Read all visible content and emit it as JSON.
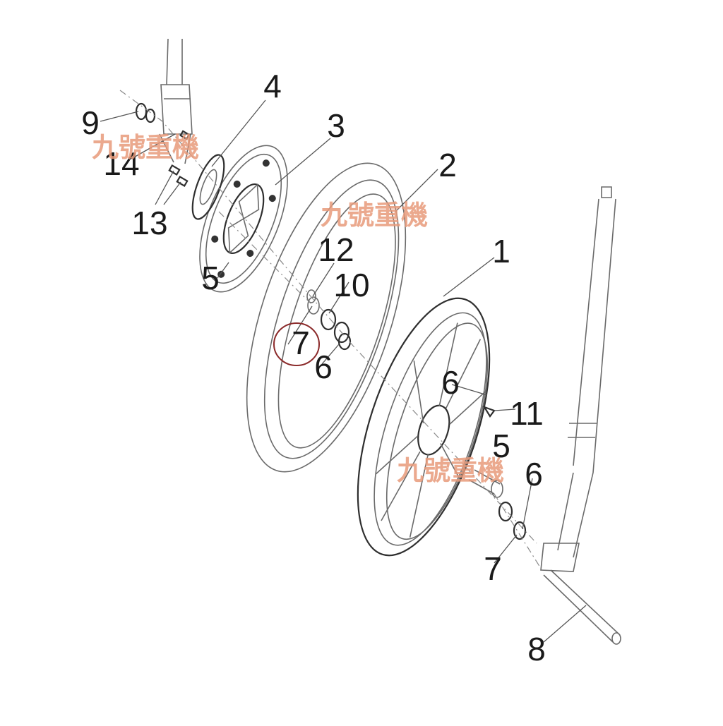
{
  "diagram": {
    "callouts": [
      {
        "id": "c1",
        "label": "1"
      },
      {
        "id": "c2",
        "label": "2"
      },
      {
        "id": "c3",
        "label": "3"
      },
      {
        "id": "c4",
        "label": "4"
      },
      {
        "id": "c5a",
        "label": "5"
      },
      {
        "id": "c5b",
        "label": "5"
      },
      {
        "id": "c6a",
        "label": "6"
      },
      {
        "id": "c6b",
        "label": "6"
      },
      {
        "id": "c6c",
        "label": "6"
      },
      {
        "id": "c7a",
        "label": "7"
      },
      {
        "id": "c7b",
        "label": "7"
      },
      {
        "id": "c8",
        "label": "8"
      },
      {
        "id": "c9",
        "label": "9"
      },
      {
        "id": "c10",
        "label": "10"
      },
      {
        "id": "c11",
        "label": "11"
      },
      {
        "id": "c12",
        "label": "12"
      },
      {
        "id": "c13",
        "label": "13"
      },
      {
        "id": "c14",
        "label": "14"
      }
    ],
    "watermark": "九號重機",
    "highlight_color": "#8b2a2a",
    "watermark_color": "#e79a7a"
  }
}
